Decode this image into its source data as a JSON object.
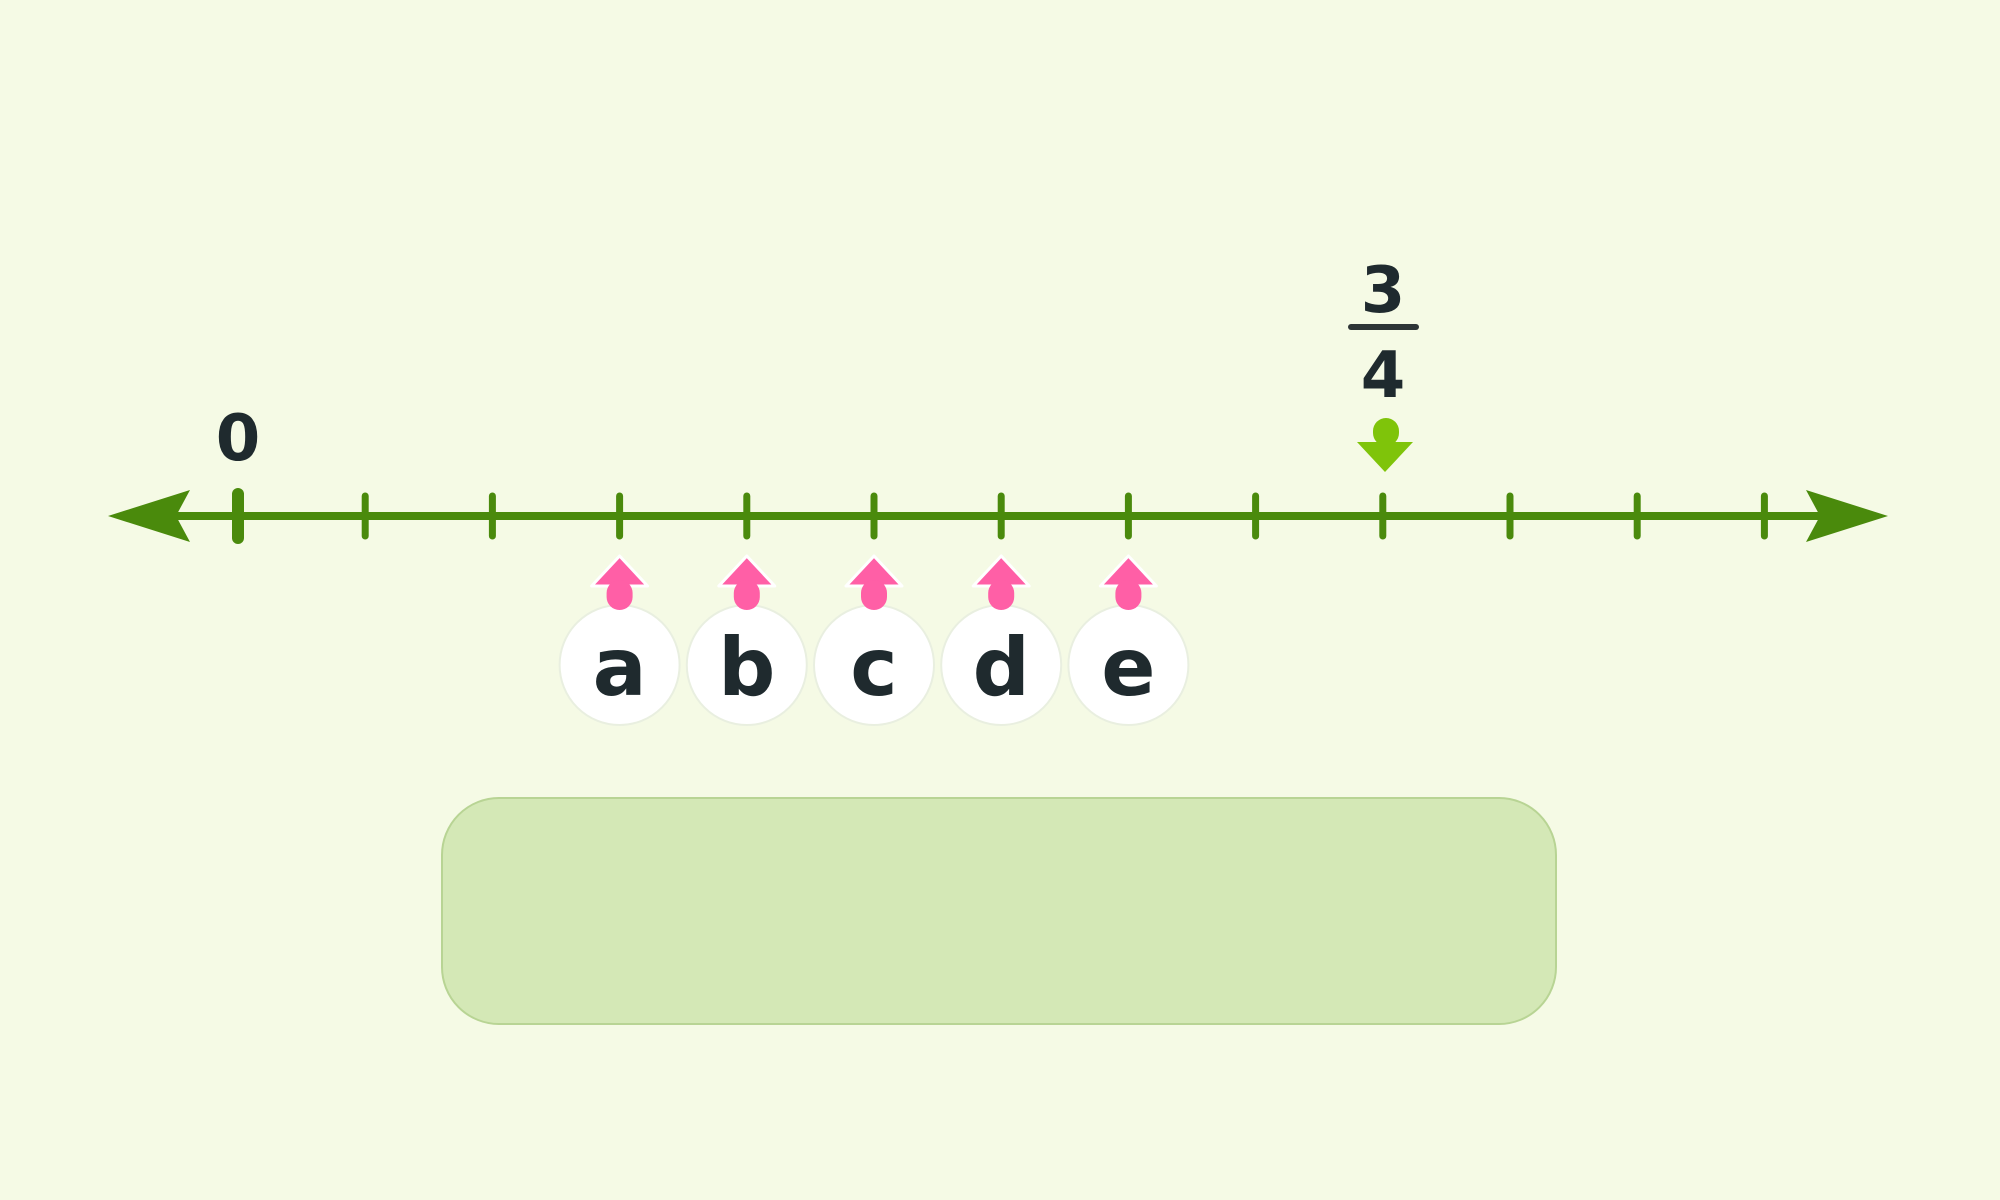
{
  "number_line": {
    "start_label": "0",
    "marked_fraction": {
      "numerator": "3",
      "denominator": "4"
    },
    "tick_count": 13,
    "start_tick_index": 0,
    "marked_tick_index": 9,
    "colors": {
      "line": "#4a8a0c",
      "marker": "#7fc40a",
      "pointer": "#ff5fa6",
      "text": "#1f2a2e"
    }
  },
  "choices": [
    {
      "letter": "a",
      "tick_index": 3
    },
    {
      "letter": "b",
      "tick_index": 4
    },
    {
      "letter": "c",
      "tick_index": 5
    },
    {
      "letter": "d",
      "tick_index": 6
    },
    {
      "letter": "e",
      "tick_index": 7
    }
  ],
  "answer_box": {
    "value": ""
  }
}
